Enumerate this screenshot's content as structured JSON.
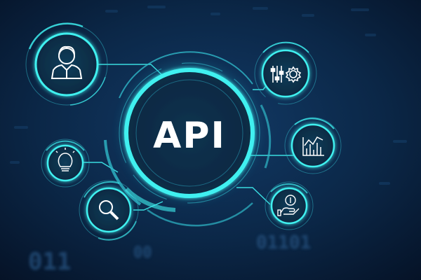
{
  "hero": {
    "label": "API"
  },
  "background": {
    "binary_fragments": [
      "011",
      "01101",
      "00"
    ]
  },
  "icons": [
    "user-icon",
    "settings-icon",
    "chart-icon",
    "lightbulb-icon",
    "search-icon",
    "money-hand-icon"
  ],
  "colors": {
    "background_dark": "#071428",
    "background_mid": "#0d2a4d",
    "accent_cyan": "#3ff0f0",
    "glow_cyan": "#28d8e8",
    "ring_dark": "#0a3a4a"
  }
}
